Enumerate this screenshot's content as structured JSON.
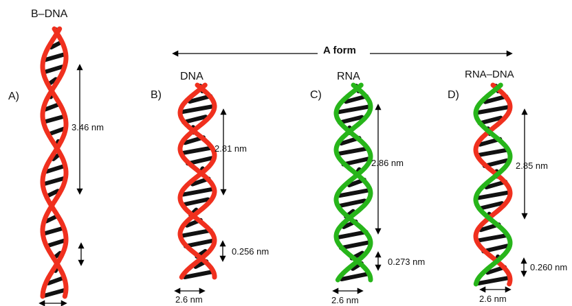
{
  "top_title": "B–DNA",
  "a_form": {
    "label": "A form"
  },
  "colors": {
    "dna_strand": "#f0301e",
    "rna_strand": "#27b51a",
    "rung": "#111111",
    "arrow": "#000000"
  },
  "panels": [
    {
      "letter": "A)",
      "name": "",
      "strands": [
        "dna",
        "dna"
      ],
      "pitch_label": "3.46 nm",
      "rise_label": "",
      "width_label": ""
    },
    {
      "letter": "B)",
      "name": "DNA",
      "strands": [
        "dna",
        "dna"
      ],
      "pitch_label": "2.81 nm",
      "rise_label": "0.256 nm",
      "width_label": "2.6 nm"
    },
    {
      "letter": "C)",
      "name": "RNA",
      "strands": [
        "rna",
        "rna"
      ],
      "pitch_label": "2.86 nm",
      "rise_label": "0.273 nm",
      "width_label": "2.6 nm"
    },
    {
      "letter": "D)",
      "name": "RNA–DNA",
      "strands": [
        "dna",
        "rna"
      ],
      "pitch_label": "2.85 nm",
      "rise_label": "0.260 nm",
      "width_label": "2.6 nm"
    }
  ]
}
